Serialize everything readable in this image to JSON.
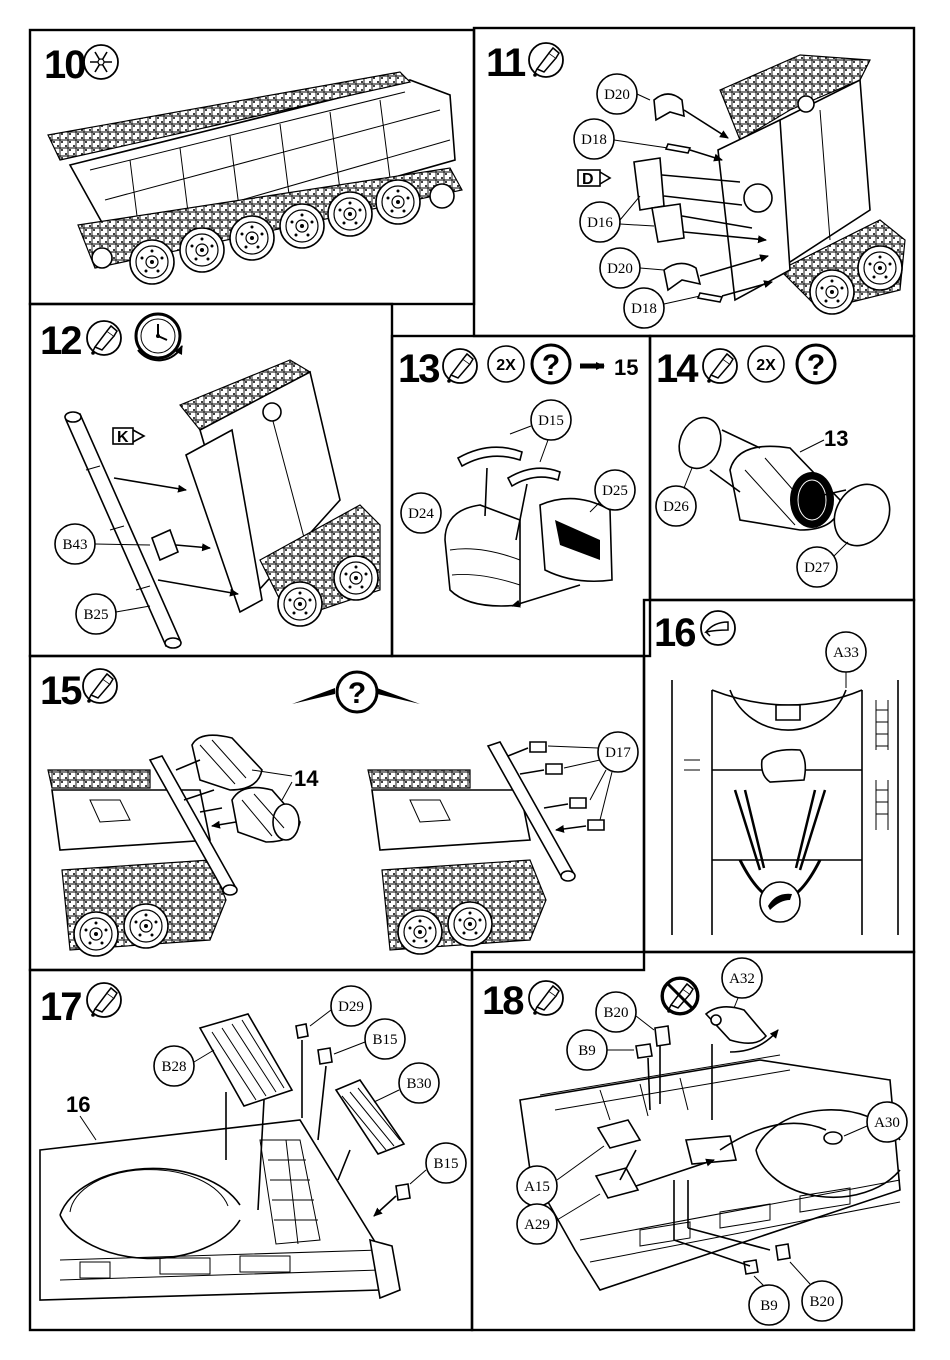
{
  "steps": [
    {
      "id": "10",
      "number": "10"
    },
    {
      "id": "11",
      "number": "11",
      "callouts": [
        "D20",
        "D18",
        "D16",
        "D20",
        "D18"
      ],
      "kit_tag": "D"
    },
    {
      "id": "12",
      "number": "12",
      "callouts": [
        "B43",
        "B25"
      ],
      "kit_tag": "K"
    },
    {
      "id": "13",
      "number": "13",
      "badge": "2X",
      "goto": "15",
      "callouts": [
        "D15",
        "D24",
        "D25"
      ]
    },
    {
      "id": "14",
      "number": "14",
      "badge": "2X",
      "callouts": [
        "D26",
        "D27"
      ],
      "ref": "13"
    },
    {
      "id": "15",
      "number": "15",
      "callouts": [
        "D17"
      ],
      "ref": "14"
    },
    {
      "id": "16",
      "number": "16",
      "callouts": [
        "A33"
      ]
    },
    {
      "id": "17",
      "number": "17",
      "callouts": [
        "D29",
        "B28",
        "B15",
        "B30",
        "B15"
      ],
      "ref": "16"
    },
    {
      "id": "18",
      "number": "18",
      "callouts": [
        "A32",
        "B20",
        "B9",
        "A30",
        "A15",
        "A29",
        "B9",
        "B20"
      ]
    }
  ],
  "symbols": {
    "question": "?",
    "glue_icon": "glue-tube-icon",
    "cement_free_icon": "snowflake-icon",
    "knife_icon": "hobby-knife-icon",
    "clock_icon": "clock-icon",
    "no_glue_icon": "no-glue-icon"
  }
}
